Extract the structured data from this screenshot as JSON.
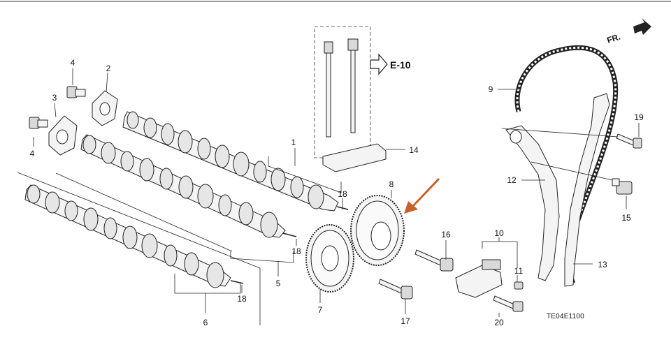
{
  "diagram": {
    "part_labels": [
      {
        "id": "1",
        "text": "1"
      },
      {
        "id": "2",
        "text": "2"
      },
      {
        "id": "3",
        "text": "3"
      },
      {
        "id": "4a",
        "text": "4"
      },
      {
        "id": "4b",
        "text": "4"
      },
      {
        "id": "5",
        "text": "5"
      },
      {
        "id": "6",
        "text": "6"
      },
      {
        "id": "7",
        "text": "7"
      },
      {
        "id": "8",
        "text": "8"
      },
      {
        "id": "9",
        "text": "9"
      },
      {
        "id": "10",
        "text": "10"
      },
      {
        "id": "11",
        "text": "11"
      },
      {
        "id": "12",
        "text": "12"
      },
      {
        "id": "13",
        "text": "13"
      },
      {
        "id": "14",
        "text": "14"
      },
      {
        "id": "15",
        "text": "15"
      },
      {
        "id": "16",
        "text": "16"
      },
      {
        "id": "17",
        "text": "17"
      },
      {
        "id": "18a",
        "text": "18"
      },
      {
        "id": "18b",
        "text": "18"
      },
      {
        "id": "18c",
        "text": "18"
      },
      {
        "id": "19",
        "text": "19"
      },
      {
        "id": "20",
        "text": "20"
      }
    ],
    "reference": "E-10",
    "direction": "FR.",
    "drawing_code": "TE04E1100",
    "colors": {
      "line": "#222222",
      "highlight_arrow": "#c8602a",
      "background": "#ffffff"
    }
  }
}
